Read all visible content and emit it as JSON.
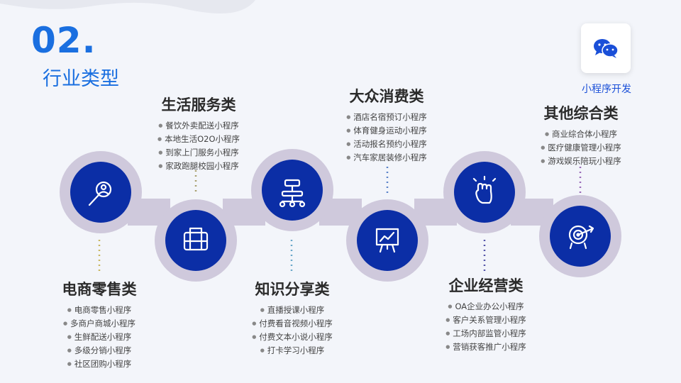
{
  "section": {
    "number": "02.",
    "title": "行业类型"
  },
  "badge": {
    "label": "小程序开发",
    "icon": "wechat-icon"
  },
  "colors": {
    "accent": "#1a6fe0",
    "node": "#0b2ea6",
    "ring": "#cfc9dc"
  },
  "categories": [
    {
      "title": "电商零售类",
      "icon": "magnifier-person-icon",
      "items": [
        "电商零售小程序",
        "多商户商城小程序",
        "生鲜配送小程序",
        "多级分销小程序",
        "社区团购小程序"
      ]
    },
    {
      "title": "生活服务类",
      "icon": "briefcase-icon",
      "items": [
        "餐饮外卖配送小程序",
        "本地生活O2O小程序",
        "到家上门服务小程序",
        "家政跑腿校园小程序"
      ]
    },
    {
      "title": "知识分享类",
      "icon": "network-icon",
      "items": [
        "直播授课小程序",
        "付费看音视频小程序",
        "付费文本小说小程序",
        "打卡学习小程序"
      ]
    },
    {
      "title": "大众消费类",
      "icon": "presentation-board-icon",
      "items": [
        "酒店名宿预订小程序",
        "体育健身运动小程序",
        "活动报名预约小程序",
        "汽车家居装修小程序"
      ]
    },
    {
      "title": "企业经营类",
      "icon": "fist-icon",
      "items": [
        "OA企业办公小程序",
        "客户关系管理小程序",
        "工场内部监管小程序",
        "营销获客推广小程序"
      ]
    },
    {
      "title": "其他综合类",
      "icon": "target-icon",
      "items": [
        "商业综合体小程序",
        "医疗健康管理小程序",
        "游戏娱乐陪玩小程序"
      ]
    }
  ]
}
